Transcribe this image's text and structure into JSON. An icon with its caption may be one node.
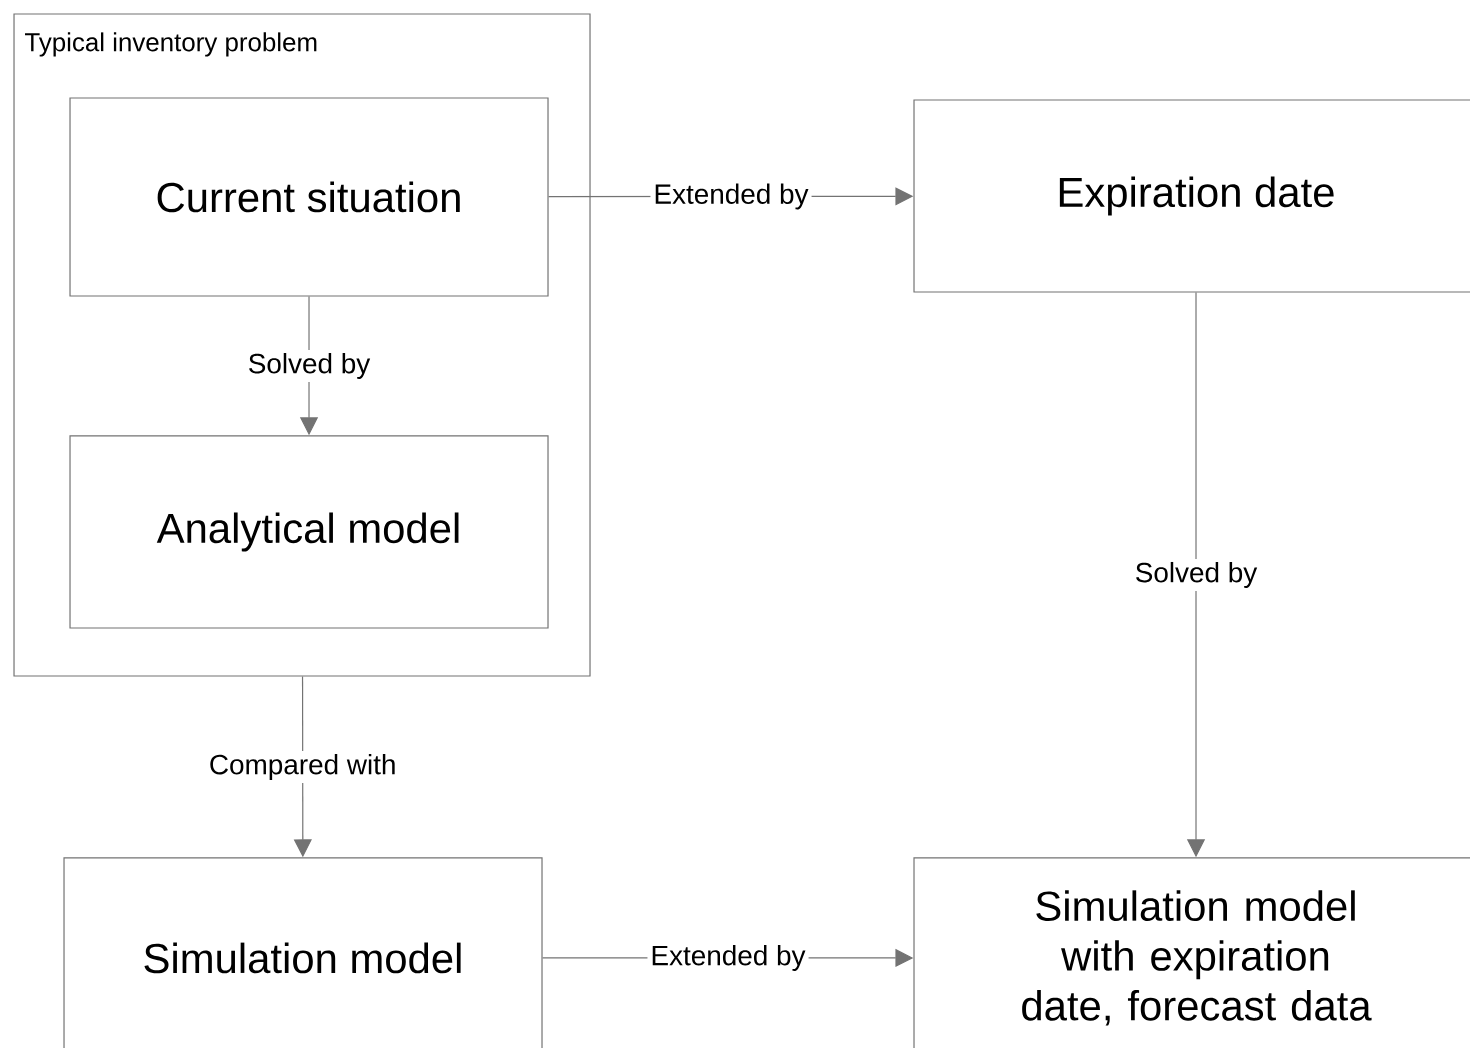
{
  "diagram": {
    "nodes": [
      {
        "text": [
          "Typical inventory problem"
        ]
      },
      {
        "text": [
          "Current situation"
        ],
        "in": 0
      },
      {
        "text": [
          "Analytical model"
        ],
        "in": 0
      },
      {
        "text": [
          "Expiration date"
        ]
      },
      {
        "text": [
          "Simulation model"
        ]
      },
      {
        "text": [
          "Simulation model with expiration date, forecast data"
        ]
      }
    ],
    "edges": [
      {
        "from": 1,
        "to": 3,
        "label": "Extended by",
        "arrow": "to"
      },
      {
        "from": 1,
        "to": 2,
        "label": "Solved by",
        "arrow": "to"
      },
      {
        "from": 0,
        "to": 4,
        "label": "Compared with",
        "arrow": "to"
      },
      {
        "from": 3,
        "to": 5,
        "label": "Solved by",
        "arrow": "to"
      },
      {
        "from": 4,
        "to": 5,
        "label": "Extended by",
        "arrow": "to"
      }
    ]
  }
}
